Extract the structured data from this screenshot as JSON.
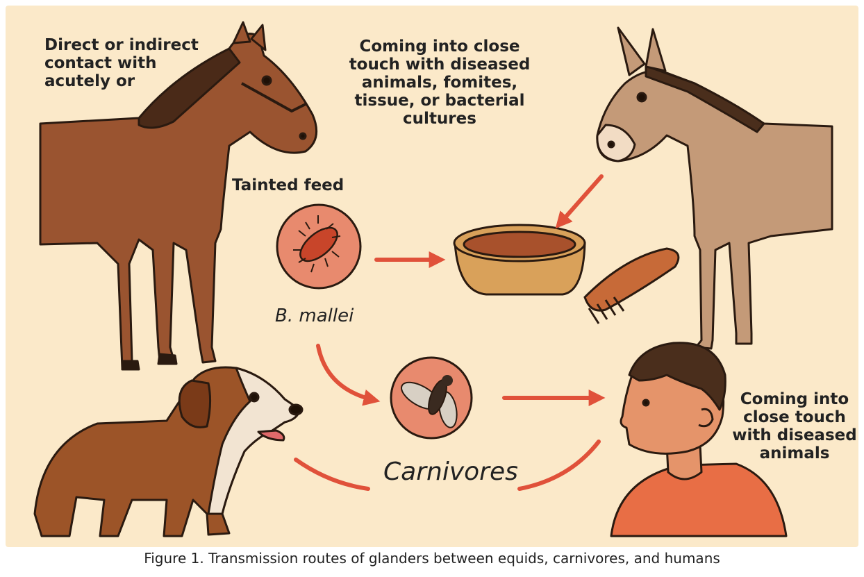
{
  "labels": {
    "horse_route": "Direct or indirect\ncontact with\nacutely or",
    "donkey_route": "Coming into close\ntouch with diseased\nanimals, fomites,\ntissue, or bacterial\ncultures",
    "feed": "Tainted feed",
    "bacterium": "B. mallei",
    "carnivores": "Carnivores",
    "human_route": "Coming into\nclose touch\nwith diseased\nanimals"
  },
  "caption": "Figure 1. Transmission routes of glanders between equids, carnivores, and humans",
  "colors": {
    "background": "#fbe9c9",
    "arrow": "#e0513a",
    "horse": "#9a5430",
    "donkey": "#c49a78",
    "dog": "#9c5428",
    "skin": "#e5946a",
    "shirt": "#e86e45"
  },
  "icons": [
    "horse",
    "donkey",
    "dog",
    "human",
    "bacterium",
    "fly",
    "feed-bowl",
    "brush"
  ]
}
